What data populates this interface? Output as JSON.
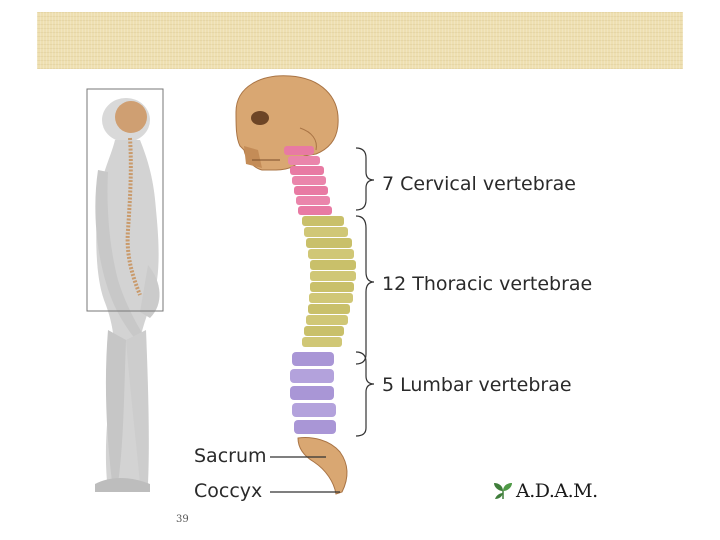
{
  "labels": {
    "cervical": "7 Cervical vertebrae",
    "thoracic": "12 Thoracic vertebrae",
    "lumbar": "5 Lumbar vertebrae",
    "sacrum": "Sacrum",
    "coccyx": "Coccyx"
  },
  "brand": {
    "name": "A.D.A.M."
  },
  "page_number": "39",
  "colors": {
    "header_band": "#eedfb1",
    "skull": "#d9a772",
    "cervical": "#e87aa3",
    "thoracic": "#c9c06a",
    "lumbar": "#a996d6",
    "sacrum": "#d9a772",
    "body_silhouette": "#d3d3d3",
    "brand_leaf": "#3f7d3a"
  }
}
